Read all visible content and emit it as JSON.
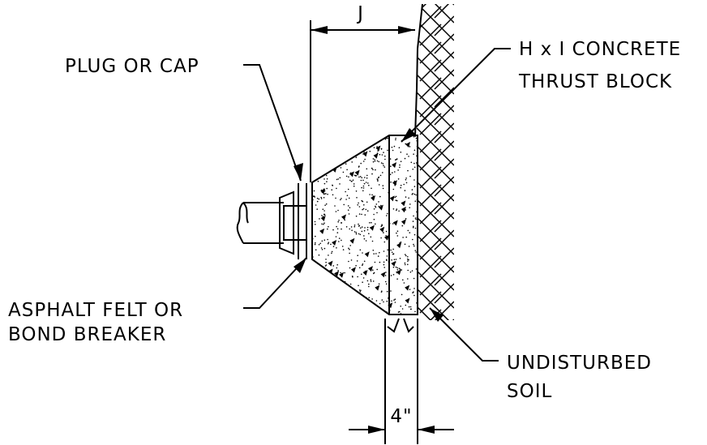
{
  "labels": {
    "dimension_j": "J",
    "plug": "PLUG OR CAP",
    "block_line1": "H x I CONCRETE",
    "block_line2": "THRUST BLOCK",
    "felt_line1": "ASPHALT FELT OR",
    "felt_line2": "BOND BREAKER",
    "soil_line1": "UNDISTURBED",
    "soil_line2": "SOIL",
    "dimension_4in": "4\""
  },
  "colors": {
    "ink": "#000000",
    "paper": "#ffffff"
  }
}
